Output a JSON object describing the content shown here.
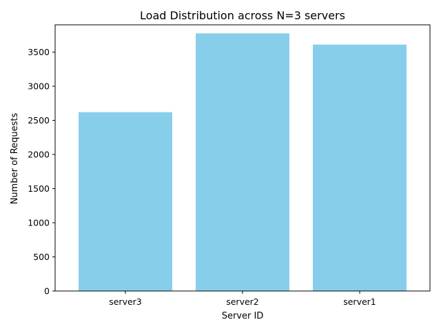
{
  "chart_data": {
    "type": "bar",
    "title": "Load Distribution across N=3 servers",
    "xlabel": "Server ID",
    "ylabel": "Number of Requests",
    "categories": [
      "server3",
      "server2",
      "server1"
    ],
    "values": [
      2620,
      3775,
      3610
    ],
    "ylim": [
      0,
      3900
    ],
    "yticks": [
      0,
      500,
      1000,
      1500,
      2000,
      2500,
      3000,
      3500
    ],
    "bar_color": "#87CEEB",
    "grid": false,
    "legend": "none"
  }
}
